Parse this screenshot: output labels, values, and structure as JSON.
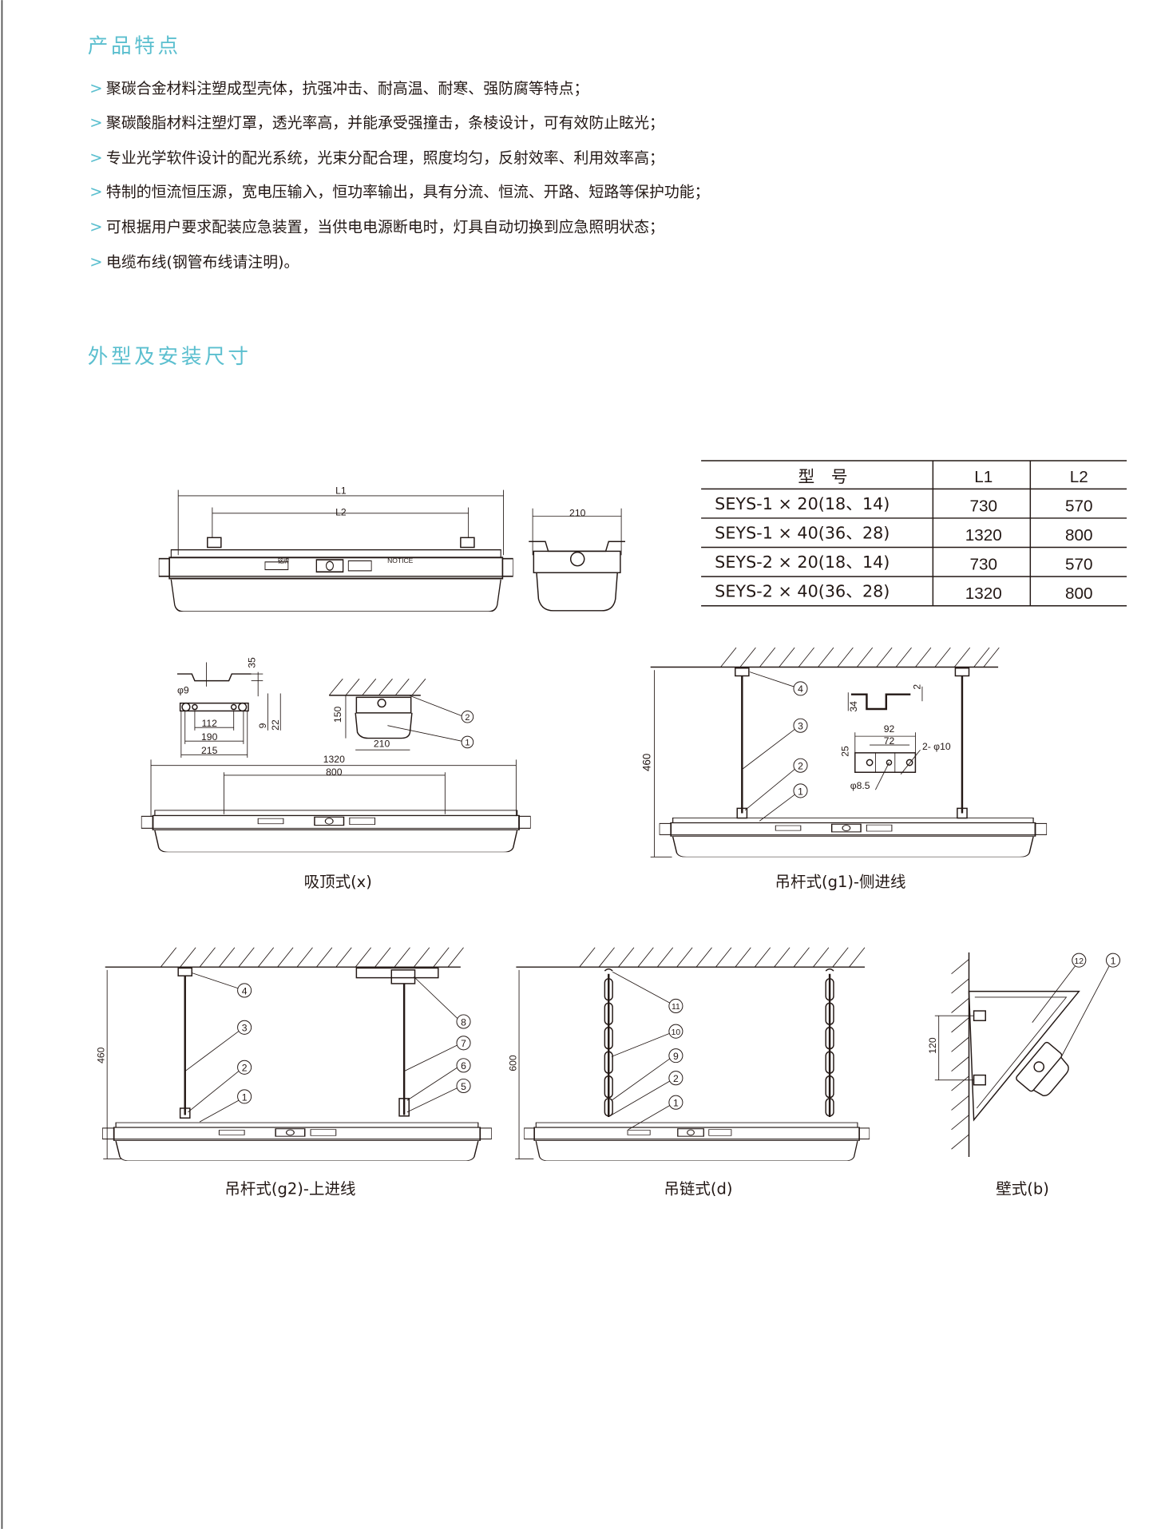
{
  "features": {
    "title": "产品特点",
    "bullet_marker": ">",
    "items": [
      "聚碳合金材料注塑成型壳体，抗强冲击、耐高温、耐寒、强防腐等特点；",
      "聚碳酸脂材料注塑灯罩，透光率高，并能承受强撞击，条棱设计，可有效防止眩光；",
      "专业光学软件设计的配光系统，光束分配合理，照度均匀，反射效率、利用效率高；",
      "特制的恒流恒压源，宽电压输入，恒功率输出，具有分流、恒流、开路、短路等保护功能；",
      "可根据用户要求配装应急装置，当供电电源断电时，灯具自动切换到应急照明状态；",
      "电缆布线(钢管布线请注明)。"
    ]
  },
  "dimensions": {
    "title": "外型及安装尺寸",
    "table": {
      "headers": [
        "型　号",
        "L1",
        "L2"
      ],
      "rows": [
        [
          "SEYS-1 × 20(18、14)",
          "730",
          "570"
        ],
        [
          "SEYS-1 × 40(36、28)",
          "1320",
          "800"
        ],
        [
          "SEYS-2 × 20(18、14)",
          "730",
          "570"
        ],
        [
          "SEYS-2 × 40(36、28)",
          "1320",
          "800"
        ]
      ]
    },
    "overview": {
      "l1": "L1",
      "l2": "L2",
      "width": "210",
      "plate1": "铭牌",
      "plate2": "NOTICE"
    },
    "ceiling": {
      "caption": "吸顶式(x)",
      "d35": "35",
      "phi9": "φ9",
      "d112": "112",
      "d190": "190",
      "d215": "215",
      "d9": "9",
      "d22": "22",
      "d150": "150",
      "d210": "210",
      "d1320": "1320",
      "d800": "800",
      "c2": "2",
      "c1": "1"
    },
    "g1": {
      "caption": "吊杆式(g1)-侧进线",
      "d460": "460",
      "d34": "34",
      "d2": "2",
      "d92": "92",
      "d72": "72",
      "d25": "25",
      "phi10": "2- φ10",
      "phi85": "φ8.5",
      "c4": "4",
      "c3": "3",
      "c2": "2",
      "c1": "1"
    },
    "g2": {
      "caption": "吊杆式(g2)-上进线",
      "d460": "460",
      "c4": "4",
      "c3": "3",
      "c2": "2",
      "c1": "1",
      "c8": "8",
      "c7": "7",
      "c6": "6",
      "c5": "5"
    },
    "chain": {
      "caption": "吊链式(d)",
      "d600": "600",
      "c11": "11",
      "c10": "10",
      "c9": "9",
      "c2": "2",
      "c1": "1"
    },
    "wall": {
      "caption": "壁式(b)",
      "d120": "120",
      "c12": "12",
      "c1": "1"
    }
  },
  "colors": {
    "accent": "#5bbfcf",
    "ink": "#231815"
  }
}
